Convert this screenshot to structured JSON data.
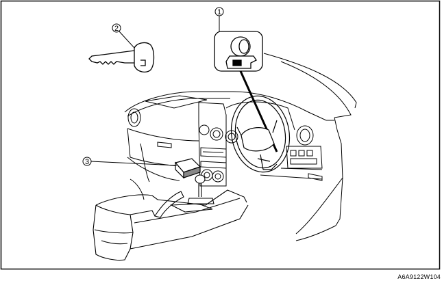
{
  "callouts": [
    {
      "number": "1",
      "part": "ignition switch"
    },
    {
      "number": "2",
      "part": "key"
    },
    {
      "number": "3",
      "part": "control module"
    }
  ],
  "figure_code": "A6A9122W104",
  "colors": {
    "line": "#000000",
    "background": "#ffffff"
  }
}
